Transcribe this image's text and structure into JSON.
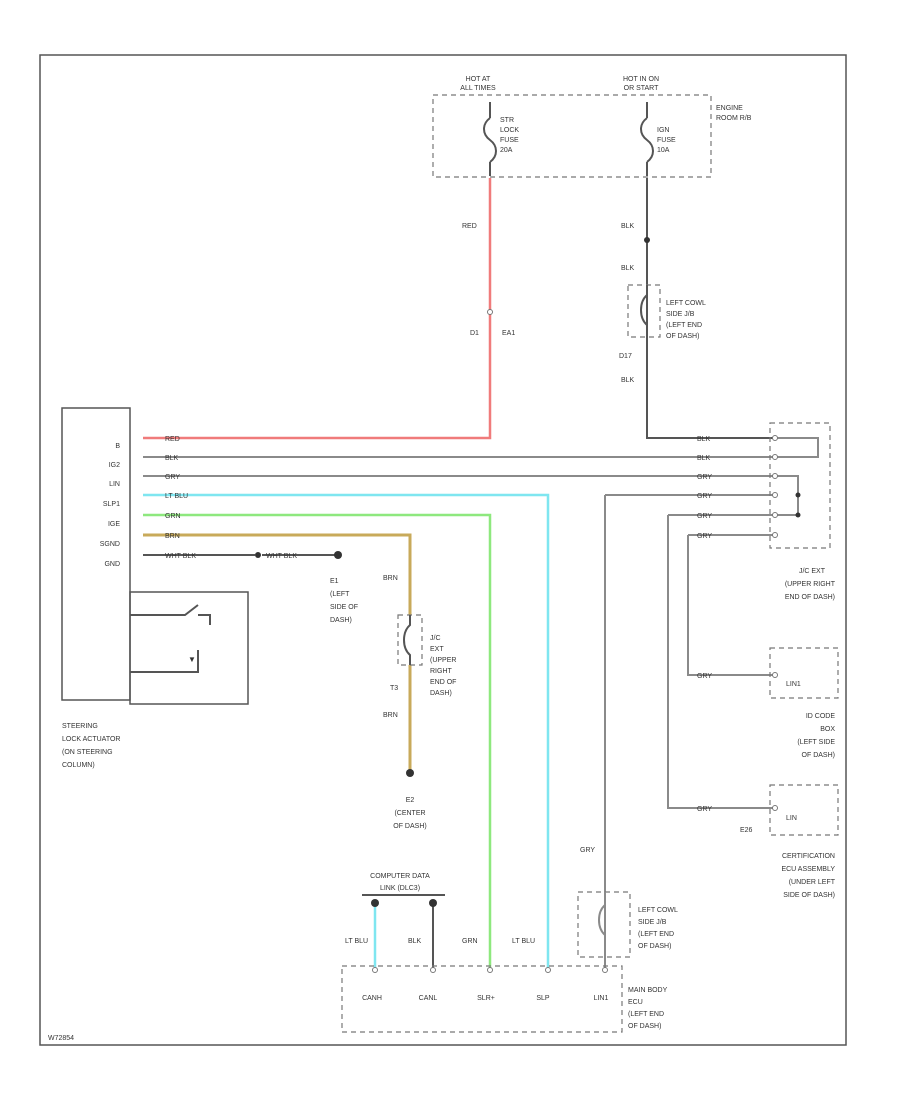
{
  "colors": {
    "red": "#f07b7b",
    "lt_blu": "#7fe6f0",
    "grn": "#8ee87e",
    "brn": "#c8aa5a",
    "gray": "#8a8a8a",
    "dark": "#555555"
  },
  "fuse_box": {
    "hot_at_all_times": [
      "HOT AT",
      "ALL TIMES"
    ],
    "hot_in_on": [
      "HOT IN ON",
      "OR START"
    ],
    "str_lock_fuse": [
      "STR",
      "LOCK",
      "FUSE",
      "20A"
    ],
    "ign_fuse": [
      "IGN",
      "FUSE",
      "10A"
    ],
    "engine_room": [
      "ENGINE",
      "ROOM R/B"
    ]
  },
  "wire_labels": {
    "red": "RED",
    "blk": "BLK",
    "gry": "GRY",
    "lt_blu": "LT BLU",
    "grn": "GRN",
    "brn": "BRN",
    "wht_blk": "WHT BLK",
    "grn_bottom": "GRN"
  },
  "connectors": {
    "d1": "D1",
    "ea1": "EA1",
    "d17": "D17",
    "e1": "E1",
    "t3": "T3",
    "e2": "E2",
    "e26": "E26"
  },
  "left_cowl_top": [
    "LEFT COWL",
    "SIDE J/B",
    "(LEFT END",
    "OF DASH)"
  ],
  "left_cowl_bottom": [
    "LEFT COWL",
    "SIDE J/B",
    "(LEFT END",
    "OF DASH)"
  ],
  "actuator": {
    "pins": [
      "B",
      "IG2",
      "LIN",
      "SLP1",
      "IGE",
      "SGND",
      "GND"
    ],
    "name": [
      "STEERING",
      "LOCK ACTUATOR",
      "(ON STEERING",
      "COLUMN)"
    ]
  },
  "ground_e1": [
    "E1",
    "(LEFT",
    "SIDE OF",
    "DASH)"
  ],
  "ground_e2": [
    "E2",
    "(CENTER",
    "OF DASH)"
  ],
  "jc_mid": [
    "J/C",
    "EXT",
    "(UPPER",
    "RIGHT",
    "END OF",
    "DASH)"
  ],
  "jc_right": [
    "J/C EXT",
    "(UPPER RIGHT",
    "END OF DASH)"
  ],
  "id_code_box": {
    "pin": "LIN1",
    "name": [
      "ID CODE",
      "BOX",
      "(LEFT SIDE",
      "OF DASH)"
    ]
  },
  "cert_ecu": {
    "pin": "LIN",
    "name": [
      "CERTIFICATION",
      "ECU ASSEMBLY",
      "(UNDER LEFT",
      "SIDE OF DASH)"
    ]
  },
  "dlc": [
    "COMPUTER DATA",
    "LINK (DLC3)"
  ],
  "main_body_ecu": {
    "pins": [
      "CANH",
      "CANL",
      "SLR+",
      "SLP",
      "LIN1"
    ],
    "name": [
      "MAIN BODY",
      "ECU",
      "(LEFT END",
      "OF DASH)"
    ]
  },
  "bottom_wire_labels": [
    "LT BLU",
    "BLK",
    "GRN",
    "LT BLU"
  ],
  "footer_code": "W72854"
}
